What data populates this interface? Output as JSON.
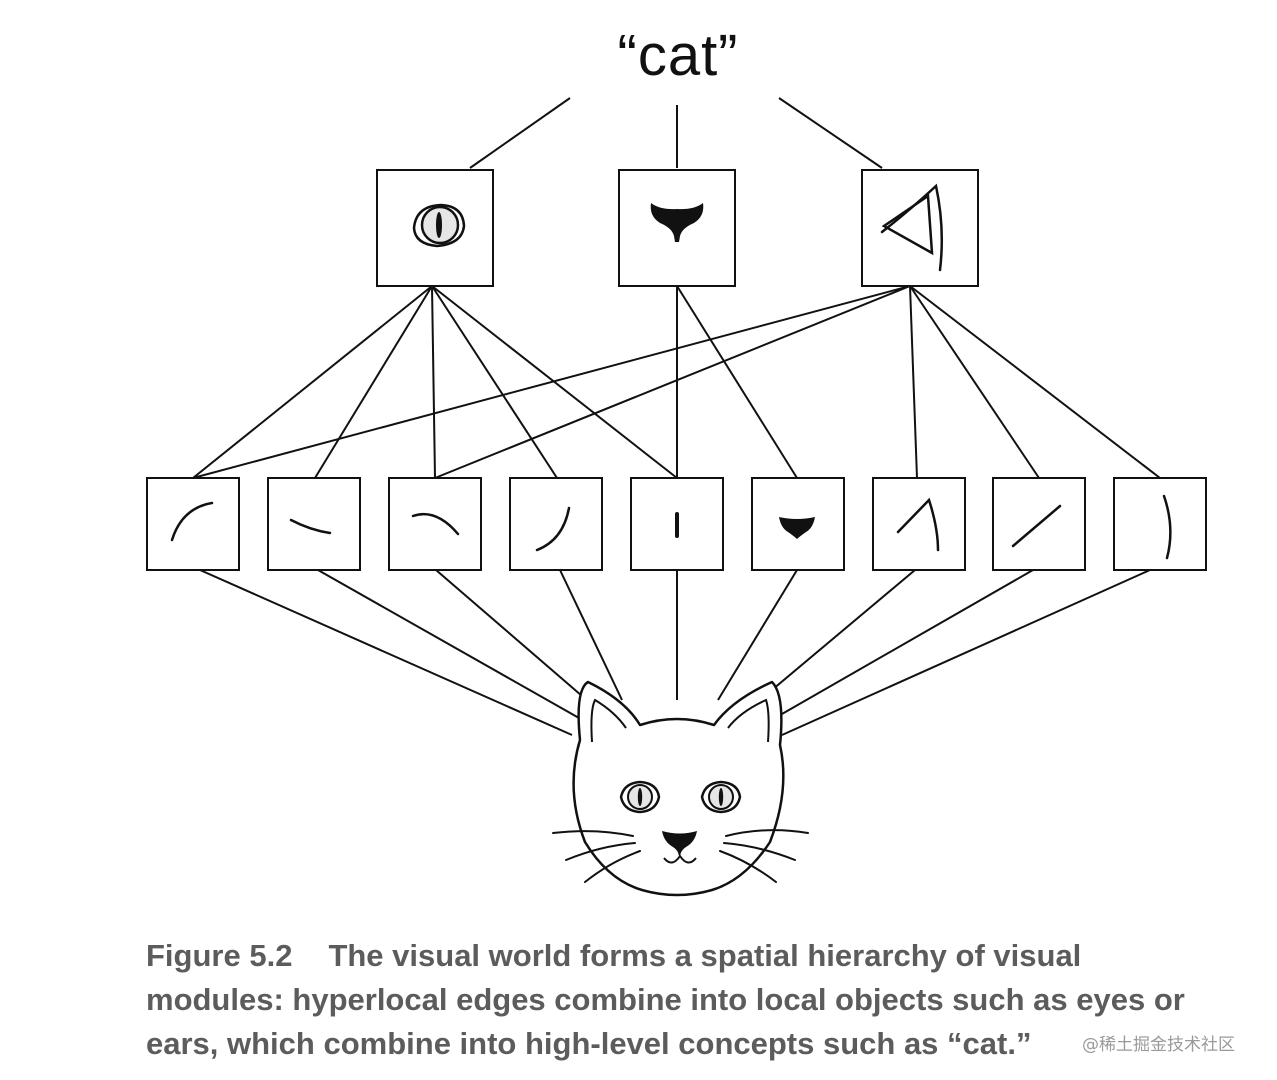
{
  "diagram": {
    "top_label": "“cat”",
    "mid_modules": [
      "eye",
      "nose",
      "ear"
    ],
    "edge_modules": [
      "curve-up-left",
      "dash-slight",
      "arc-down",
      "curve-right",
      "vertical-bar",
      "nose-blob",
      "ear-edge",
      "diagonal-line",
      "long-curve"
    ],
    "input": "cat-face"
  },
  "caption": {
    "figure_number": "Figure 5.2",
    "text": "The visual world forms a spatial hierarchy of visual modules: hyperlocal edges combine into local objects such as eyes or ears, which combine into high-level concepts such as “cat.”"
  },
  "watermark": {
    "text": "@稀土掘金技术社区"
  },
  "colors": {
    "line": "#111111",
    "caption": "#5c5c5c",
    "eye_fill": "#e6e6e6",
    "background": "#ffffff"
  }
}
